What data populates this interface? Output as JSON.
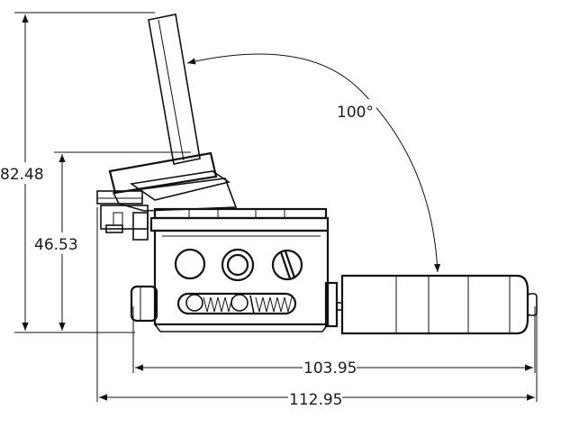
{
  "dimensions": {
    "total_height": "82.48",
    "body_height": "46.53",
    "length_inner": "103.95",
    "length_overall": "112.95",
    "angle": "100°"
  }
}
